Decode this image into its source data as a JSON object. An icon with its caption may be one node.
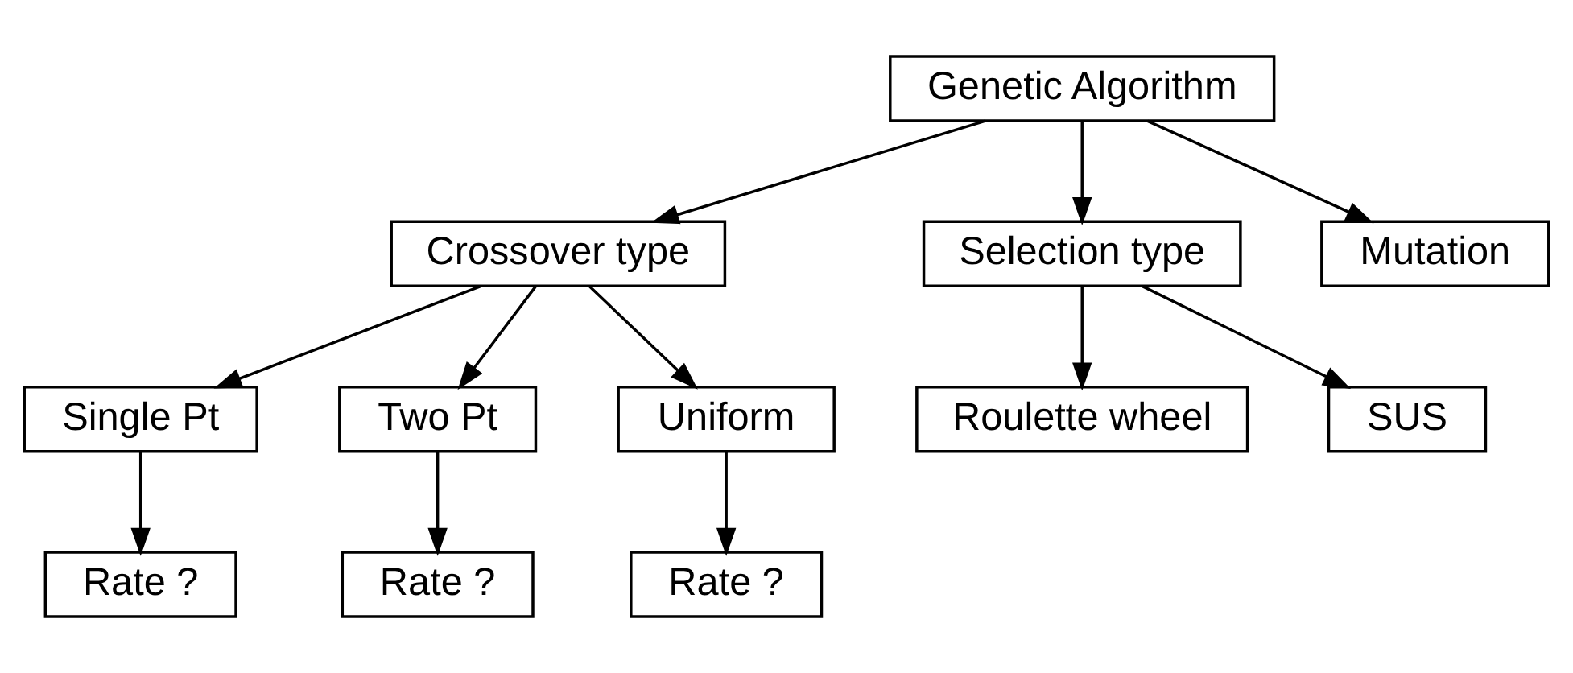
{
  "diagram": {
    "nodes": [
      {
        "text": [
          "Genetic Algorithm"
        ]
      },
      {
        "text": [
          "Crossover type"
        ]
      },
      {
        "text": [
          "Selection type"
        ]
      },
      {
        "text": [
          "Mutation"
        ]
      },
      {
        "text": [
          "Roulette wheel"
        ]
      },
      {
        "text": [
          "SUS"
        ]
      },
      {
        "text": [
          "Single Pt"
        ]
      },
      {
        "text": [
          "Two Pt"
        ]
      },
      {
        "text": [
          "Uniform"
        ]
      },
      {
        "text": [
          "Rate ?"
        ]
      },
      {
        "text": [
          "Rate ?"
        ]
      },
      {
        "text": [
          "Rate ?"
        ]
      }
    ],
    "edges": [
      {
        "from": 0,
        "to": 1,
        "arrow": "to"
      },
      {
        "from": 0,
        "to": 2,
        "arrow": "to"
      },
      {
        "from": 0,
        "to": 3,
        "arrow": "to"
      },
      {
        "from": 2,
        "to": 4,
        "arrow": "to"
      },
      {
        "from": 2,
        "to": 5,
        "arrow": "to"
      },
      {
        "from": 1,
        "to": 6,
        "arrow": "to"
      },
      {
        "from": 1,
        "to": 7,
        "arrow": "to"
      },
      {
        "from": 1,
        "to": 8,
        "arrow": "to"
      },
      {
        "from": 6,
        "to": 9,
        "arrow": "to"
      },
      {
        "from": 7,
        "to": 10,
        "arrow": "to"
      },
      {
        "from": 8,
        "to": 11,
        "arrow": "to"
      }
    ]
  }
}
